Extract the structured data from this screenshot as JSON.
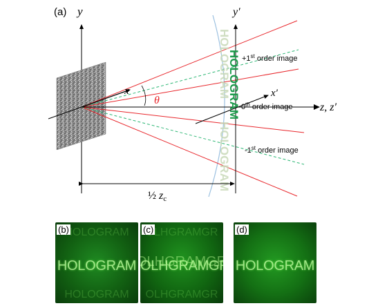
{
  "diagram": {
    "panel_label": "(a)",
    "axis_y": "y",
    "axis_x": "x",
    "axis_yprime": "y′",
    "axis_xprime": "x′",
    "axis_z": "z, z′",
    "angle": "θ",
    "distance": "½",
    "distance_var": "z",
    "distance_sub": "c",
    "plus_first_label": "+1",
    "plus_first_sup": "st",
    "plus_first_rest": " order image",
    "zero_label": "0",
    "zero_sup": "th",
    "zero_rest": " order image",
    "minus_first_label": "-1",
    "minus_first_sup": "st",
    "minus_first_rest": " order image",
    "hologram_text": "HOLOGRAM",
    "hologram_ghost": "HOLOGRAM",
    "colors": {
      "ray": "#e8252a",
      "dashed": "#2bb673",
      "screen": "#9bc0e0",
      "hologram": "#1b9a4a"
    }
  },
  "photos": [
    {
      "label": "(b)",
      "text": "HOLOGRAM"
    },
    {
      "label": "(c)",
      "text": "OLHGRAMGR"
    },
    {
      "label": "(d)",
      "text": "HOLOGRAM"
    }
  ]
}
